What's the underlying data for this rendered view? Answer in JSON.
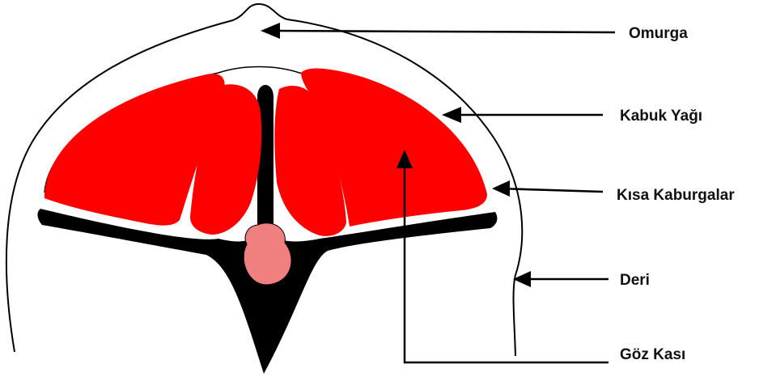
{
  "labels": {
    "spine": "Omurga",
    "back_fat": "Kabuk Yağı",
    "short_ribs": "Kısa Kaburgalar",
    "skin": "Deri",
    "eye_muscle": "Göz Kası"
  },
  "colors": {
    "muscle": "#ff0000",
    "bone": "#000000",
    "spinal_cord": "#f08080",
    "outline": "#000000",
    "background": "#ffffff"
  }
}
